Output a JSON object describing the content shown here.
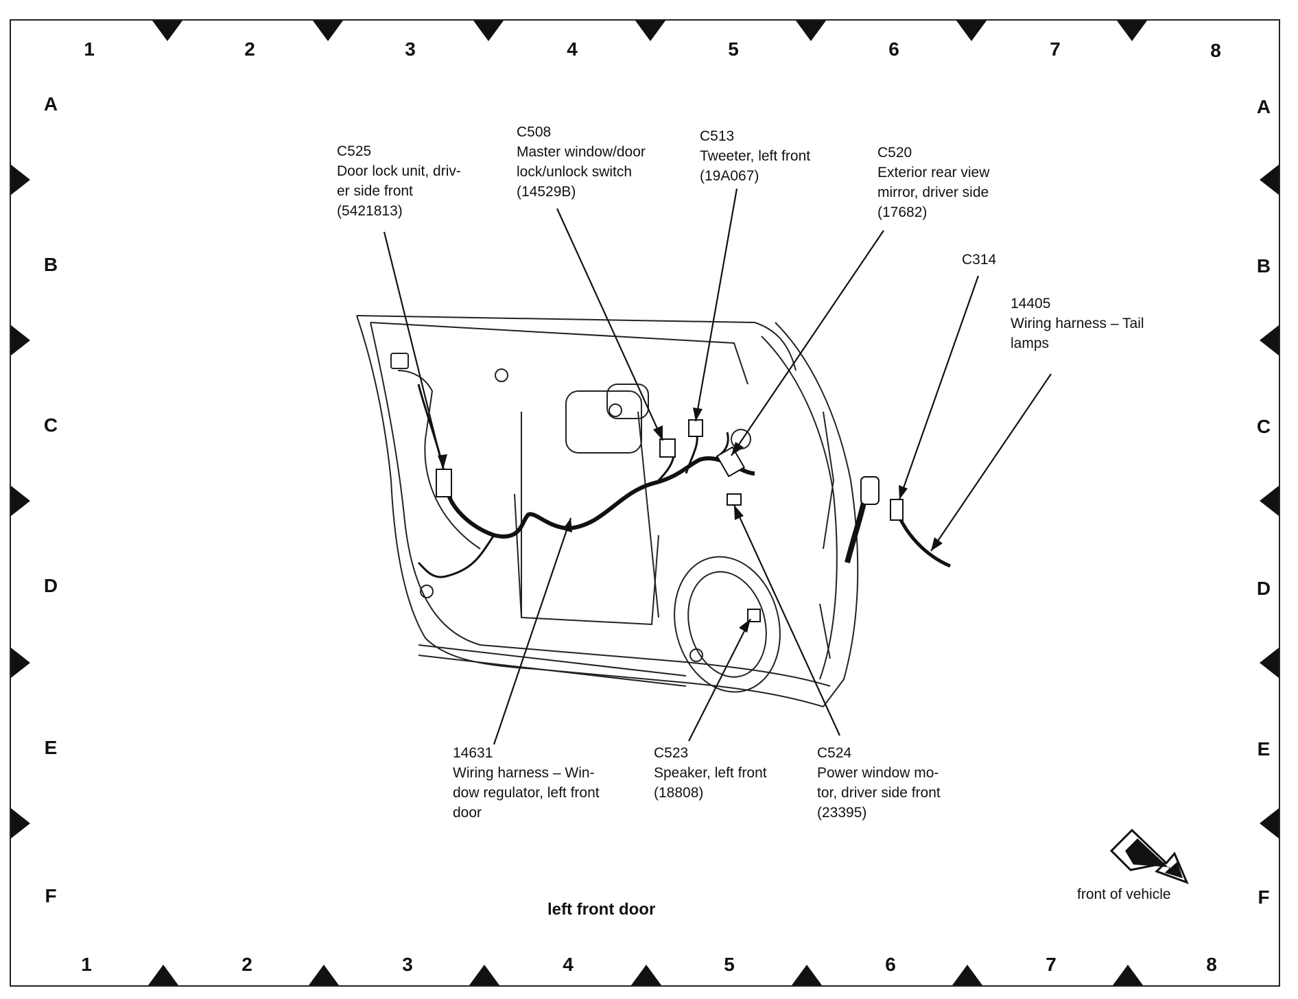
{
  "grid": {
    "columns": [
      "1",
      "2",
      "3",
      "4",
      "5",
      "6",
      "7",
      "8"
    ],
    "rows": [
      "A",
      "B",
      "C",
      "D",
      "E",
      "F"
    ]
  },
  "title": "left front door",
  "orientation_label": "front of vehicle",
  "callouts": [
    {
      "id": "c525",
      "code": "C525",
      "lines": [
        "Door lock unit, driv-",
        "er side front",
        "(5421813)"
      ]
    },
    {
      "id": "c508",
      "code": "C508",
      "lines": [
        "Master window/door",
        "lock/unlock switch",
        "(14529B)"
      ]
    },
    {
      "id": "c513",
      "code": "C513",
      "lines": [
        "Tweeter, left front",
        "(19A067)"
      ]
    },
    {
      "id": "c520",
      "code": "C520",
      "lines": [
        "Exterior rear view",
        "mirror, driver side",
        "(17682)"
      ]
    },
    {
      "id": "c314",
      "code": "C314",
      "lines": []
    },
    {
      "id": "h14405",
      "code": "14405",
      "lines": [
        "Wiring harness – Tail",
        "lamps"
      ]
    },
    {
      "id": "h14631",
      "code": "14631",
      "lines": [
        "Wiring harness – Win-",
        "dow regulator, left front",
        "door"
      ]
    },
    {
      "id": "c523",
      "code": "C523",
      "lines": [
        "Speaker, left front",
        "(18808)"
      ]
    },
    {
      "id": "c524",
      "code": "C524",
      "lines": [
        "Power window mo-",
        "tor, driver side front",
        "(23395)"
      ]
    }
  ]
}
